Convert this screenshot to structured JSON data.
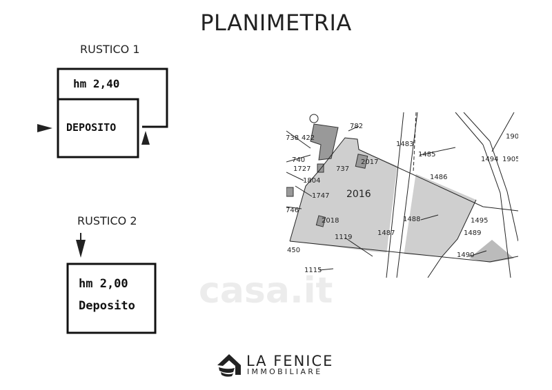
{
  "title": "PLANIMETRIA",
  "rustico1": {
    "label": "RUSTICO 1",
    "height": "hm 2,40",
    "room": "DEPOSITO"
  },
  "rustico2": {
    "label": "RUSTICO 2",
    "height": "hm 2,00",
    "room": "Deposito"
  },
  "map": {
    "parcels": [
      "782",
      "738",
      "422",
      "1483",
      "1485",
      "740",
      "1727",
      "737",
      "2017",
      "1804",
      "1486",
      "2016",
      "1747",
      "1494",
      "1905",
      "190",
      "746",
      "2018",
      "1488",
      "1495",
      "1487",
      "1489",
      "1119",
      "450",
      "1490",
      "1115"
    ]
  },
  "watermark": "casa.it",
  "logo": {
    "name": "LA FENICE",
    "sub": "IMMOBILIARE"
  }
}
